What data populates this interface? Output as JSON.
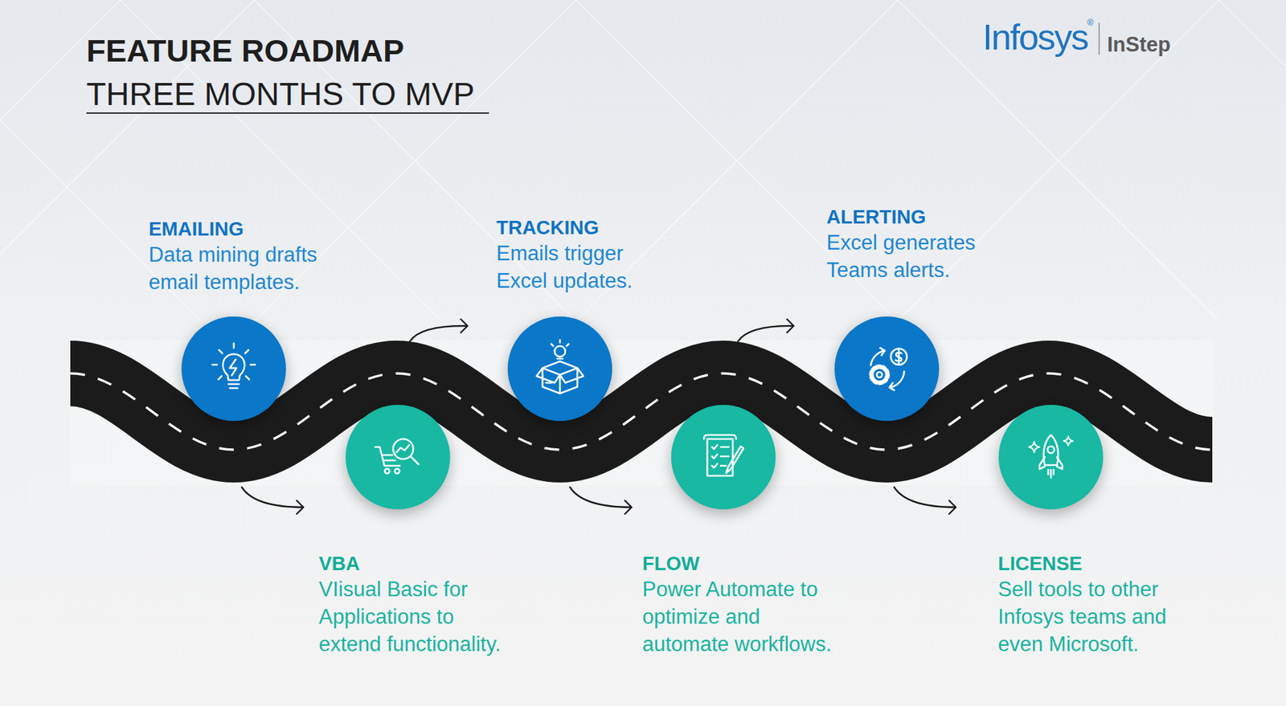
{
  "diagram": {
    "title": "FEATURE ROADMAP",
    "nodes": [
      {
        "text": [
          "EMAILING",
          "Data mining drafts email templates."
        ]
      },
      {
        "text": [
          "VBA",
          "VIisual Basic for Applications to extend functionality."
        ]
      },
      {
        "text": [
          "TRACKING",
          "Emails trigger Excel updates."
        ]
      },
      {
        "text": [
          "FLOW",
          "Power Automate to optimize and automate workflows."
        ]
      },
      {
        "text": [
          "ALERTING",
          "Excel generates Teams alerts."
        ]
      },
      {
        "text": [
          "LICENSE",
          "Sell tools to other Infosys teams and even Microsoft."
        ]
      }
    ],
    "labels": [
      "THREE MONTHS TO MVP",
      "Infosys",
      "®",
      "InStep"
    ]
  }
}
